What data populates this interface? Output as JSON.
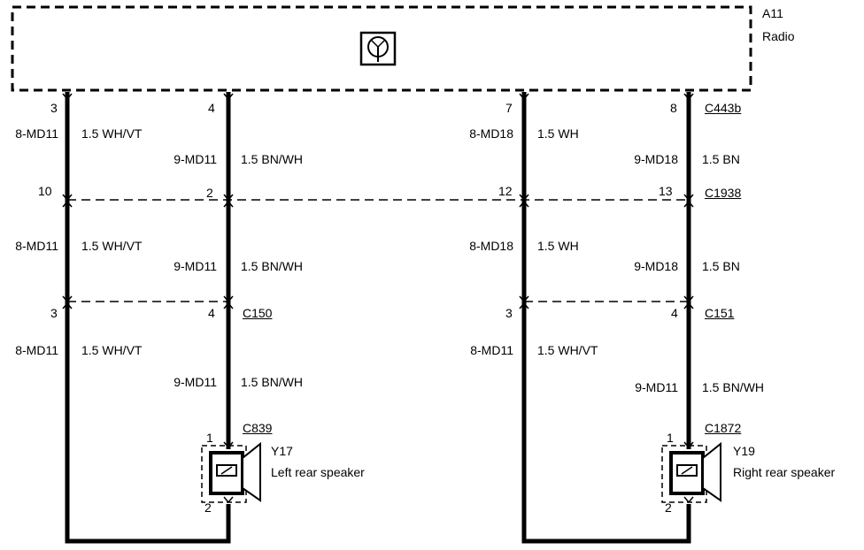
{
  "radio": {
    "ref": "A11",
    "name": "Radio"
  },
  "connectors": {
    "c443b": "C443b",
    "c1938": "C1938",
    "c150": "C150",
    "c151": "C151",
    "c839": "C839",
    "c1872": "C1872"
  },
  "pins": {
    "radio_p3": "3",
    "radio_p4": "4",
    "radio_p7": "7",
    "radio_p8": "8",
    "c1938_p10": "10",
    "c1938_p2": "2",
    "c1938_p12": "12",
    "c1938_p13": "13",
    "c150_p3": "3",
    "c150_p4": "4",
    "c151_p3": "3",
    "c151_p4": "4",
    "left_spk_p1": "1",
    "left_spk_p2": "2",
    "right_spk_p1": "1",
    "right_spk_p2": "2"
  },
  "circuits": {
    "w1": "8-MD11",
    "w2": "9-MD11",
    "w3": "8-MD18",
    "w4": "9-MD18"
  },
  "wires": {
    "wh_vt": "1.5 WH/VT",
    "bn_wh": "1.5 BN/WH",
    "wh": "1.5 WH",
    "bn": "1.5 BN"
  },
  "speakers": {
    "left": {
      "ref": "Y17",
      "name": "Left rear speaker"
    },
    "right": {
      "ref": "Y19",
      "name": "Right rear speaker"
    }
  }
}
